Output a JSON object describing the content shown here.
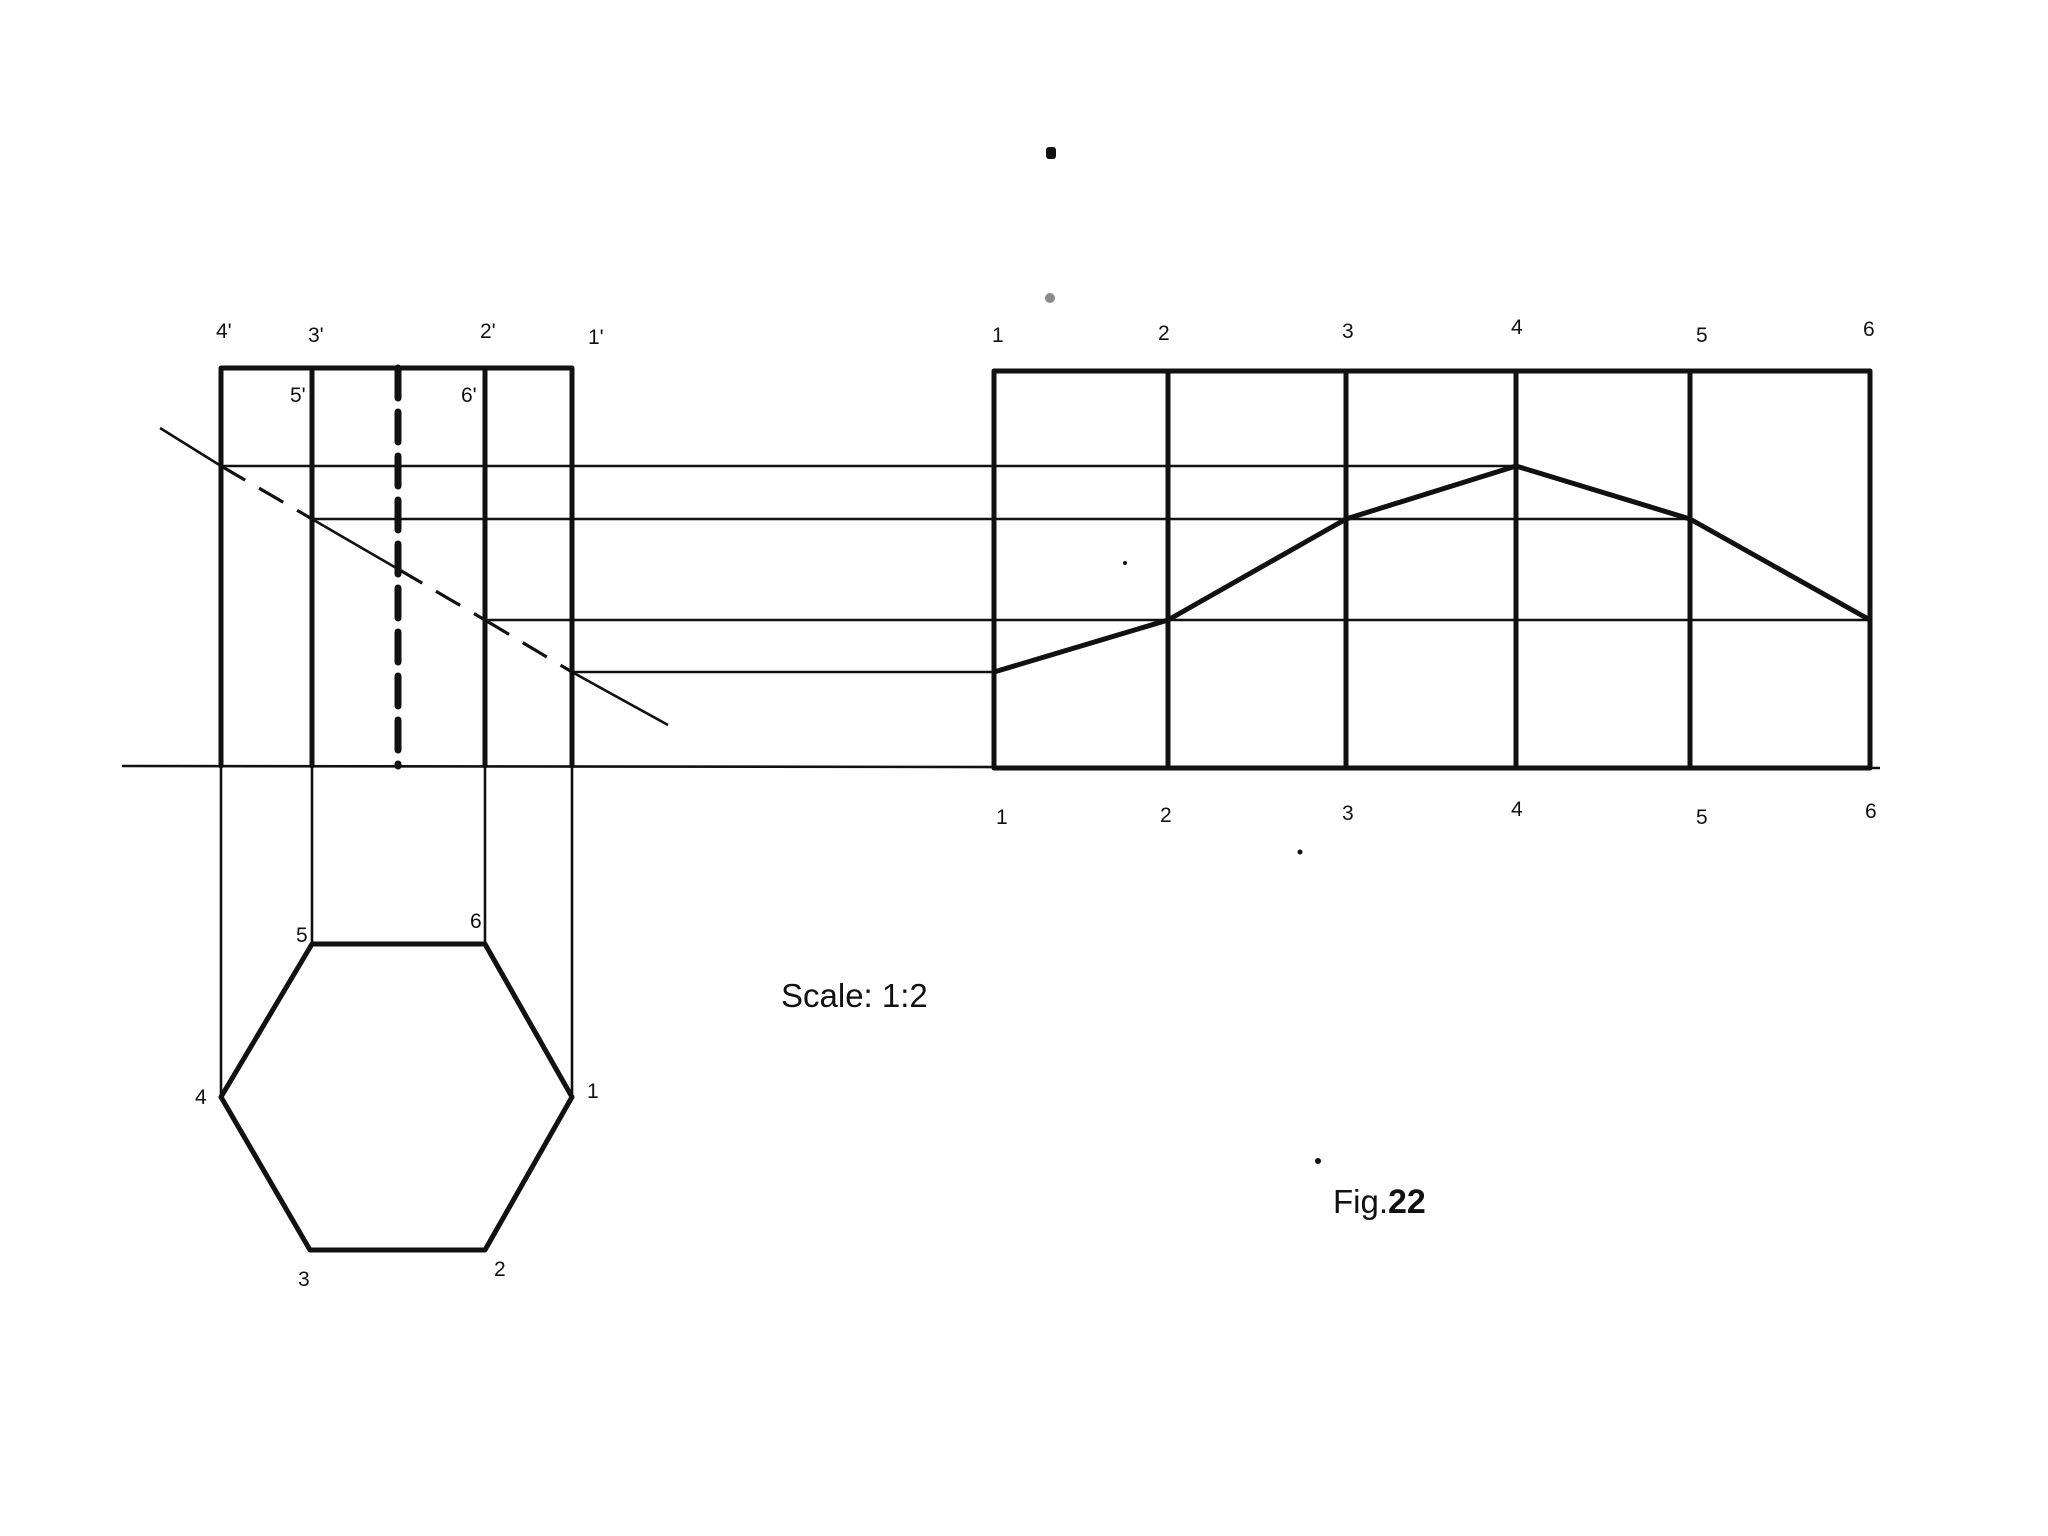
{
  "front_view": {
    "labels": [
      "4'",
      "3'",
      "2'",
      "1'",
      "5'",
      "6'"
    ]
  },
  "top_view": {
    "labels": [
      "5",
      "6",
      "4",
      "1",
      "3",
      "2"
    ]
  },
  "development": {
    "top_labels": [
      "1",
      "2",
      "3",
      "4",
      "5",
      "6"
    ],
    "bottom_labels": [
      "1",
      "2",
      "3",
      "4",
      "5",
      "6"
    ]
  },
  "scale_label": "Scale: 1:2",
  "figure": {
    "prefix": "Fig.",
    "number": "22"
  }
}
